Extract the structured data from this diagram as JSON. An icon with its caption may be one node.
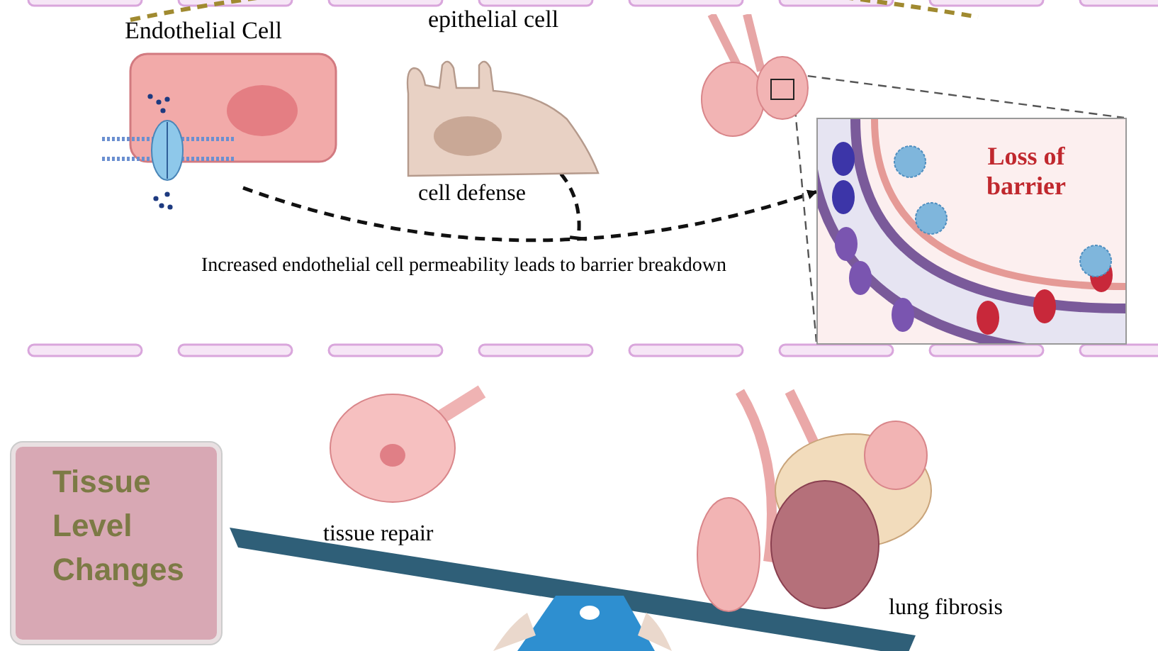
{
  "diagram": {
    "nodes": [
      {
        "text": [
          "Endothelial Cell"
        ]
      },
      {
        "text": [
          "epithelial cell"
        ],
        "beside": [
          "cell defense"
        ]
      },
      {
        "text": [],
        "shape": "picture"
      },
      {
        "text": [
          "Loss of barrier"
        ]
      },
      {
        "text": [
          "Tissue Level Changes"
        ]
      },
      {
        "text": [
          "tissue repair"
        ]
      },
      {
        "text": [
          "lung fibrosis"
        ]
      }
    ],
    "edges": [
      {
        "from": 0,
        "to": 3,
        "arrow": "to",
        "style": "dashed",
        "label": "Increased endothelial cell permeability leads to barrier breakdown"
      },
      {
        "from": 1,
        "to": null,
        "arrow": "other",
        "style": "dashed"
      },
      {
        "from": 2,
        "to": 3,
        "arrow": "none",
        "style": "dashed",
        "color": "#555555"
      },
      {
        "from": 2,
        "to": 3,
        "arrow": "none",
        "style": "dashed",
        "color": "#555555"
      }
    ]
  }
}
